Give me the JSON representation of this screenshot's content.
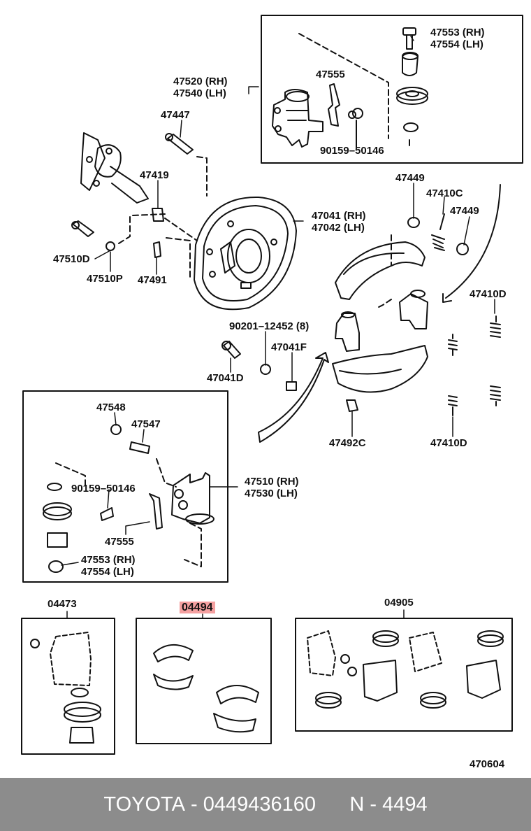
{
  "labels": {
    "l47553rh": "47553 (RH)",
    "l47554lh": "47554 (LH)",
    "l47520": "47520 (RH)",
    "l47540": "47540 (LH)",
    "l47555top": "47555",
    "l90159top": "90159–50146",
    "l47447": "47447",
    "l47419": "47419",
    "l47510d": "47510D",
    "l47510p": "47510P",
    "l47491": "47491",
    "l47041": "47041 (RH)",
    "l47042": "47042 (LH)",
    "l47449a": "47449",
    "l47410c": "47410C",
    "l47449b": "47449",
    "l47410dtop": "47410D",
    "l90201": "90201–12452 (8)",
    "l47041f": "47041F",
    "l47041d": "47041D",
    "l47492c": "47492C",
    "l47410dbot": "47410D",
    "l47548": "47548",
    "l47547": "47547",
    "l90159bot": "90159–50146",
    "l47510rh": "47510 (RH)",
    "l47530lh": "47530 (LH)",
    "l47555bot": "47555",
    "l47553bot": "47553 (RH)",
    "l47554bot": "47554 (LH)",
    "k04473": "04473",
    "k04494": "04494",
    "k04905": "04905",
    "figno": "470604"
  },
  "footer": {
    "brand": "TOYOTA",
    "part_number": "0449436160",
    "ref": "N - 4494"
  },
  "colors": {
    "highlight": "#f4a0a0",
    "footer_bg": "#8c8c8c",
    "ink": "#111111"
  }
}
